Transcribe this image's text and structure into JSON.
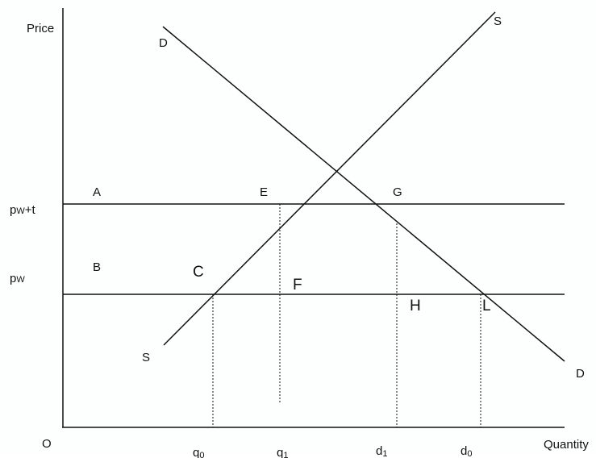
{
  "axes": {
    "y_label": "Price",
    "x_label": "Quantity",
    "origin": "O"
  },
  "price_levels": {
    "upper": {
      "base": "p",
      "sub": "W",
      "suffix": "+t"
    },
    "lower": {
      "base": "p",
      "sub": "W"
    }
  },
  "quantity_levels": [
    {
      "base": "q",
      "sub": "0"
    },
    {
      "base": "q",
      "sub": "1"
    },
    {
      "base": "d",
      "sub": "1"
    },
    {
      "base": "d",
      "sub": "0"
    }
  ],
  "curves": {
    "supply": {
      "label_top": "S",
      "label_bottom": "S"
    },
    "demand": {
      "label_top": "D",
      "label_bottom": "D"
    }
  },
  "regions": {
    "a": "A",
    "b": "B",
    "c": "C",
    "e": "E",
    "f": "F",
    "g": "G",
    "h": "H",
    "l": "L"
  },
  "colors": {
    "line": "#111111",
    "background": "#fdfefe"
  }
}
